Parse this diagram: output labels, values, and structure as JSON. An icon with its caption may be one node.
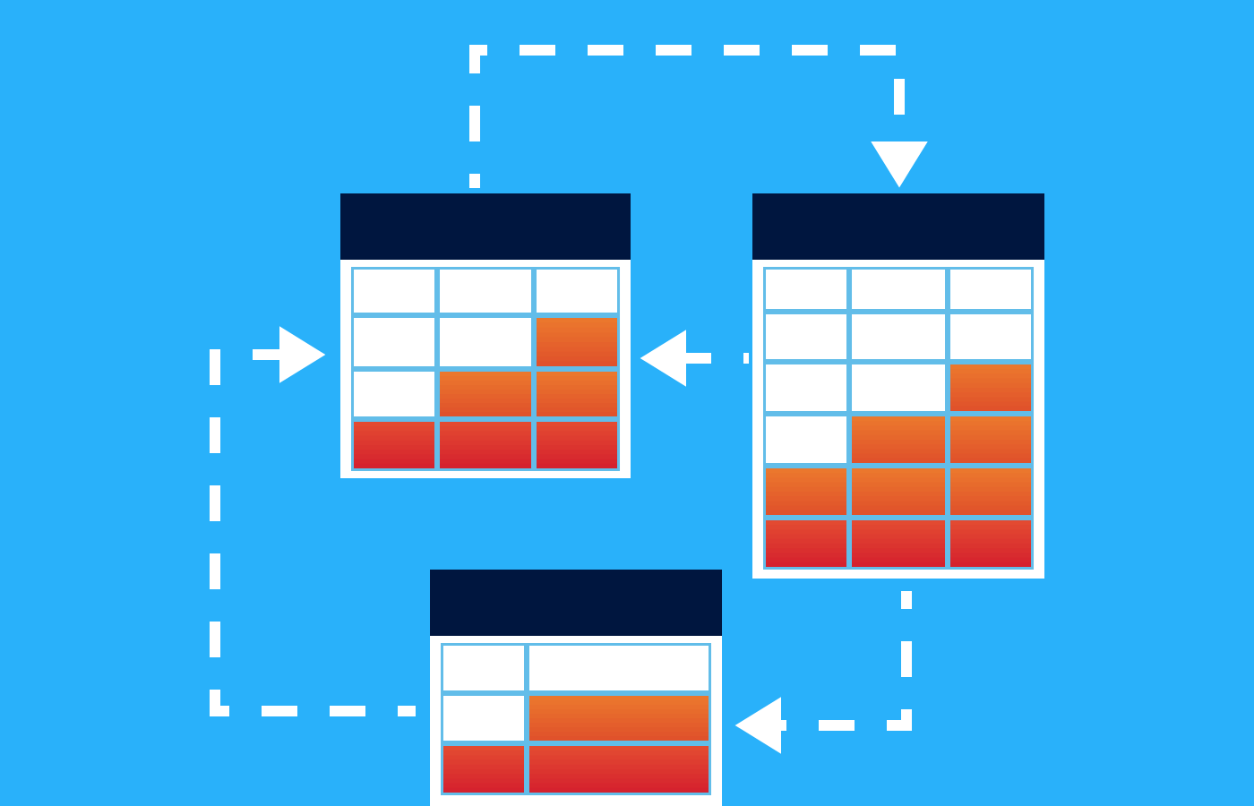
{
  "diagram": {
    "nodes": [
      {
        "text": [],
        "shape": "table"
      },
      {
        "text": [],
        "shape": "table"
      },
      {
        "text": [],
        "shape": "table"
      }
    ],
    "edges": [
      {
        "from": 0,
        "to": 1,
        "arrow": "to",
        "style": "dashed"
      },
      {
        "from": 1,
        "to": 0,
        "arrow": "to",
        "style": "dashed"
      },
      {
        "from": 1,
        "to": 2,
        "arrow": "to",
        "style": "dashed"
      },
      {
        "from": 2,
        "to": 0,
        "arrow": "to",
        "style": "dashed"
      }
    ]
  }
}
